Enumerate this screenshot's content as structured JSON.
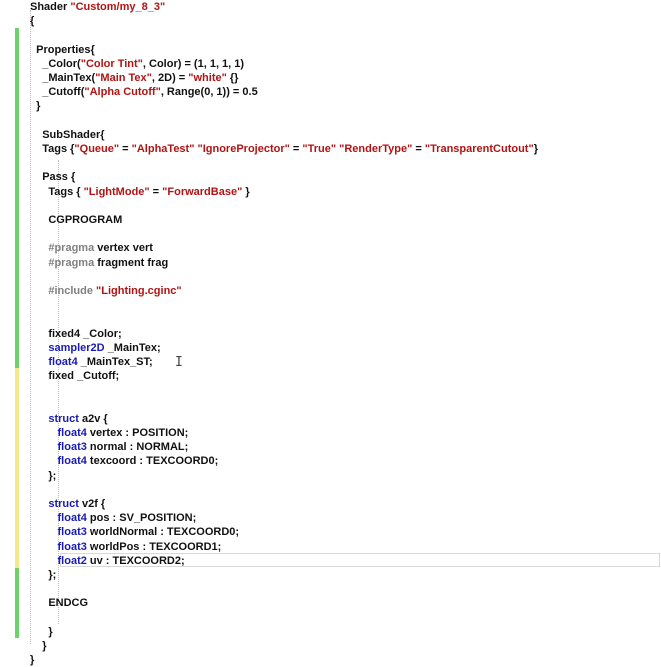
{
  "editor": {
    "lines": [
      [
        {
          "t": "Shader "
        },
        {
          "t": "\"Custom/my_8_3\"",
          "c": "str"
        }
      ],
      [
        {
          "t": "{"
        }
      ],
      [
        {
          "t": ""
        }
      ],
      [
        {
          "t": "  Properties{"
        }
      ],
      [
        {
          "t": "    _Color("
        },
        {
          "t": "\"Color Tint\"",
          "c": "str"
        },
        {
          "t": ", Color) = (1, 1, 1, 1)"
        }
      ],
      [
        {
          "t": "    _MainTex("
        },
        {
          "t": "\"Main Tex\"",
          "c": "str"
        },
        {
          "t": ", 2D) = "
        },
        {
          "t": "\"white\"",
          "c": "str"
        },
        {
          "t": " {}"
        }
      ],
      [
        {
          "t": "    _Cutoff("
        },
        {
          "t": "\"Alpha Cutoff\"",
          "c": "str"
        },
        {
          "t": ", Range(0, 1)) = 0.5"
        }
      ],
      [
        {
          "t": "  }"
        }
      ],
      [
        {
          "t": ""
        }
      ],
      [
        {
          "t": "    SubShader{"
        }
      ],
      [
        {
          "t": "    Tags {"
        },
        {
          "t": "\"Queue\"",
          "c": "str"
        },
        {
          "t": " = "
        },
        {
          "t": "\"AlphaTest\"",
          "c": "str"
        },
        {
          "t": " "
        },
        {
          "t": "\"IgnoreProjector\"",
          "c": "str"
        },
        {
          "t": " = "
        },
        {
          "t": "\"True\"",
          "c": "str"
        },
        {
          "t": " "
        },
        {
          "t": "\"RenderType\"",
          "c": "str"
        },
        {
          "t": " = "
        },
        {
          "t": "\"TransparentCutout\"",
          "c": "str"
        },
        {
          "t": "}"
        }
      ],
      [
        {
          "t": ""
        }
      ],
      [
        {
          "t": "    Pass {"
        }
      ],
      [
        {
          "t": "      Tags { "
        },
        {
          "t": "\"LightMode\"",
          "c": "str"
        },
        {
          "t": " = "
        },
        {
          "t": "\"ForwardBase\"",
          "c": "str"
        },
        {
          "t": " }"
        }
      ],
      [
        {
          "t": ""
        }
      ],
      [
        {
          "t": "      CGPROGRAM"
        }
      ],
      [
        {
          "t": ""
        }
      ],
      [
        {
          "t": "      "
        },
        {
          "t": "#pragma",
          "c": "pp"
        },
        {
          "t": " vertex vert"
        }
      ],
      [
        {
          "t": "      "
        },
        {
          "t": "#pragma",
          "c": "pp"
        },
        {
          "t": " fragment frag"
        }
      ],
      [
        {
          "t": ""
        }
      ],
      [
        {
          "t": "      "
        },
        {
          "t": "#include",
          "c": "pp"
        },
        {
          "t": " "
        },
        {
          "t": "\"Lighting.cginc\"",
          "c": "str"
        }
      ],
      [
        {
          "t": ""
        }
      ],
      [
        {
          "t": ""
        }
      ],
      [
        {
          "t": "      fixed4 _Color;"
        }
      ],
      [
        {
          "t": "      "
        },
        {
          "t": "sampler2D",
          "c": "kw"
        },
        {
          "t": " _MainTex;"
        }
      ],
      [
        {
          "t": "      "
        },
        {
          "t": "float4",
          "c": "kw"
        },
        {
          "t": " _MainTex_ST;"
        }
      ],
      [
        {
          "t": "      fixed _Cutoff;"
        }
      ],
      [
        {
          "t": ""
        }
      ],
      [
        {
          "t": ""
        }
      ],
      [
        {
          "t": "      "
        },
        {
          "t": "struct",
          "c": "kw"
        },
        {
          "t": " a2v {"
        }
      ],
      [
        {
          "t": "         "
        },
        {
          "t": "float4",
          "c": "kw"
        },
        {
          "t": " vertex : POSITION;"
        }
      ],
      [
        {
          "t": "         "
        },
        {
          "t": "float3",
          "c": "kw"
        },
        {
          "t": " normal : NORMAL;"
        }
      ],
      [
        {
          "t": "         "
        },
        {
          "t": "float4",
          "c": "kw"
        },
        {
          "t": " texcoord : TEXCOORD0;"
        }
      ],
      [
        {
          "t": "      };"
        }
      ],
      [
        {
          "t": ""
        }
      ],
      [
        {
          "t": "      "
        },
        {
          "t": "struct",
          "c": "kw"
        },
        {
          "t": " v2f {"
        }
      ],
      [
        {
          "t": "         "
        },
        {
          "t": "float4",
          "c": "kw"
        },
        {
          "t": " pos : SV_POSITION;"
        }
      ],
      [
        {
          "t": "         "
        },
        {
          "t": "float3",
          "c": "kw"
        },
        {
          "t": " worldNormal : TEXCOORD0;"
        }
      ],
      [
        {
          "t": "         "
        },
        {
          "t": "float3",
          "c": "kw"
        },
        {
          "t": " worldPos : TEXCOORD1;"
        }
      ],
      [
        {
          "t": "         "
        },
        {
          "t": "float2",
          "c": "kw"
        },
        {
          "t": " uv : TEXCOORD2;"
        }
      ],
      [
        {
          "t": "      };"
        }
      ],
      [
        {
          "t": ""
        }
      ],
      [
        {
          "t": "      ENDCG"
        }
      ],
      [
        {
          "t": ""
        }
      ],
      [
        {
          "t": "      }"
        }
      ],
      [
        {
          "t": "    }"
        }
      ],
      [
        {
          "t": "}"
        }
      ]
    ],
    "colors": {
      "keyword": "#1a1ab8",
      "string": "#b31313",
      "preprocessor": "#808080",
      "text": "#111111",
      "saved_bar": "#6cd26c",
      "modified_bar": "#f4e98a"
    }
  }
}
